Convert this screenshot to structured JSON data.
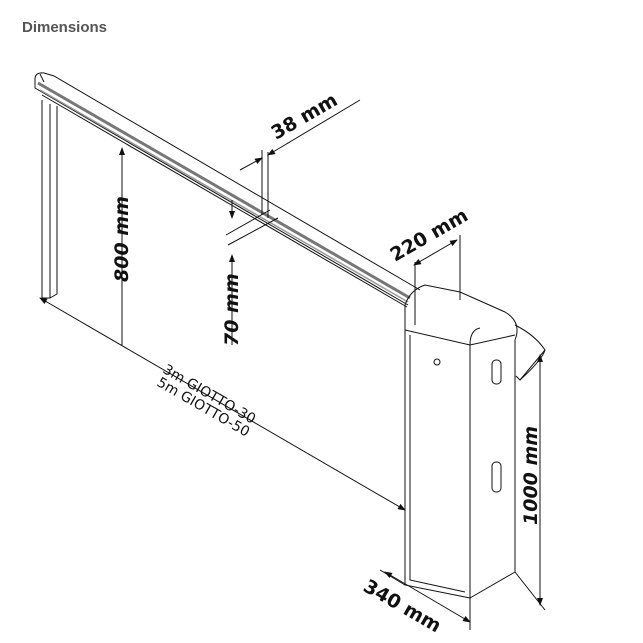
{
  "title": "Dimensions",
  "labels": {
    "beam_width": "38 mm",
    "beam_height": "800 mm",
    "beam_thickness": "70 mm",
    "cabinet_depth": "220 mm",
    "length_30": "3m GIOTTO-30",
    "length_50": "5m GIOTTO-50",
    "cabinet_height": "1000 mm",
    "cabinet_width": "340 mm"
  }
}
